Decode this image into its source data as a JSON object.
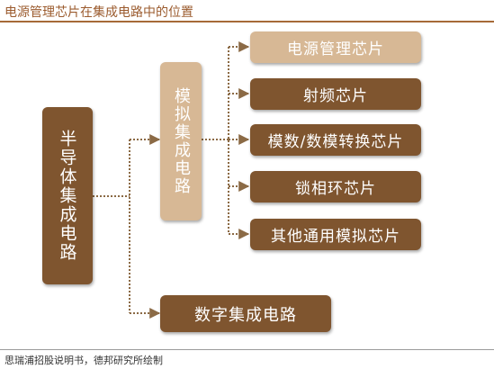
{
  "header": {
    "title": "电源管理芯片在集成电路中的位置"
  },
  "diagram": {
    "root": "半导体集成电路",
    "analog": "模拟集成电路",
    "digital": "数字集成电路",
    "analog_children": [
      "电源管理芯片",
      "射频芯片",
      "模数/数模转换芯片",
      "锁相环芯片",
      "其他通用模拟芯片"
    ]
  },
  "colors": {
    "accent": "#a66a38",
    "dark_box": "#7f552f",
    "light_box": "#d7b895",
    "connector": "#8b6a45"
  },
  "footer": {
    "source": "思瑞浦招股说明书，德邦研究所绘制"
  }
}
